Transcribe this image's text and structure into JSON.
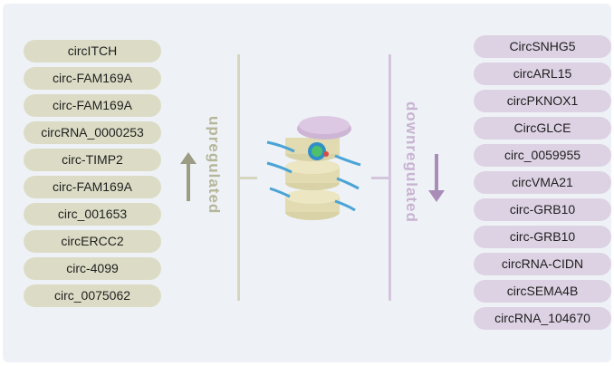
{
  "upregulated": {
    "label": "upregulated",
    "color": "#b6b69a",
    "items": [
      "circITCH",
      "circ-FAM169A",
      "circ-FAM169A",
      "circRNA_0000253",
      "circ-TIMP2",
      "circ-FAM169A",
      "circ_001653",
      "circERCC2",
      "circ-4099",
      "circ_0075062"
    ]
  },
  "downregulated": {
    "label": "downregulated",
    "color": "#c8b3d2",
    "items": [
      "CircSNHG5",
      "circARL15",
      "circPKNOX1",
      "CircGLCE",
      "circ_0059955",
      "circVMA21",
      "circ-GRB10",
      "circ-GRB10",
      "circRNA-CIDN",
      "circSEMA4B",
      "circRNA_104670"
    ]
  },
  "center_icon": "spine-vertebrae-illustration"
}
